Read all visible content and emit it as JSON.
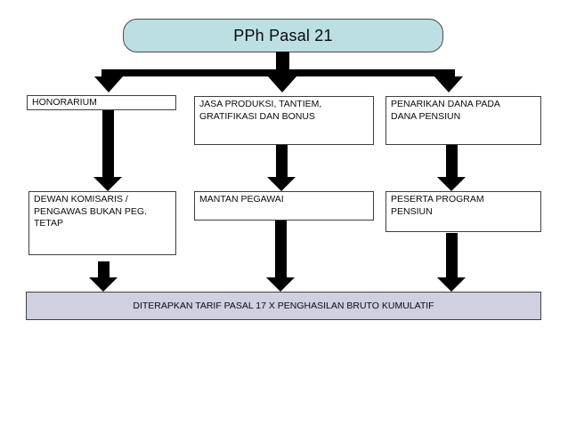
{
  "diagram": {
    "title": "PPh Pasal 21",
    "row1": [
      {
        "label": [
          "HONORARIUM"
        ]
      },
      {
        "label": [
          "JASA PRODUKSI, TANTIEM,",
          "GRATIFIKASI DAN BONUS"
        ]
      },
      {
        "label": [
          "PENARIKAN DANA PADA",
          "DANA PENSIUN"
        ]
      }
    ],
    "row2": [
      {
        "label": [
          "DEWAN KOMISARIS /",
          "PENGAWAS BUKAN PEG.",
          "TETAP"
        ]
      },
      {
        "label": [
          "MANTAN PEGAWAI"
        ]
      },
      {
        "label": [
          "PESERTA PROGRAM",
          "PENSIUN"
        ]
      }
    ],
    "footer": "DITERAPKAN TARIF PASAL 17 X PENGHASILAN BRUTO KUMULATIF",
    "colors": {
      "title_fill": "#bcdfe3",
      "footer_fill": "#d0d0e3",
      "arrow": "#000000",
      "box_border": "#3f3f3f",
      "background": "#ffffff"
    }
  }
}
